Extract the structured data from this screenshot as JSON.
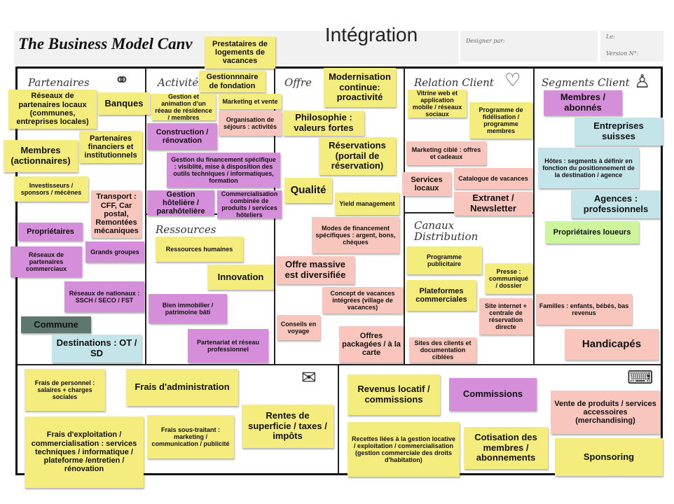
{
  "header": {
    "canvas_title": "The Business Model Canv",
    "slide_title": "Intégration",
    "designer_label": "Designer par:",
    "date_label": "Le:",
    "version_label": "Version N°:"
  },
  "sections": {
    "partenaires": "Partenaires",
    "activites": "Activités",
    "ressources": "Ressources",
    "offre": "Offre",
    "relation": "Relation Client",
    "canaux": "Canaux Distribution",
    "segments": "Segments Client"
  },
  "notes": [
    {
      "text": "Prestataires de logements de vacances",
      "color": "yellow"
    },
    {
      "text": "Gestionnnaire de fondation",
      "color": "yellow"
    },
    {
      "text": "Gestion et animation d'un réeau de résidence / membres",
      "color": "yellow"
    },
    {
      "text": "Marketing et vente",
      "color": "yellow"
    },
    {
      "text": "Organisation de séjours : activités",
      "color": "pink"
    },
    {
      "text": "Réseaux de partenaires locaux (communes, entreprises locales)",
      "color": "yellow"
    },
    {
      "text": "Banques",
      "color": "yellow"
    },
    {
      "text": "Partenaires financiers et institutionnels",
      "color": "yellow"
    },
    {
      "text": "Construction / rénovation",
      "color": "violet"
    },
    {
      "text": "Gestion du financement spécifique : visiblité, mise à disposition des outils techniques / informatiques, formation",
      "color": "violet"
    },
    {
      "text": "Membres (actionnaires)",
      "color": "yellow"
    },
    {
      "text": "Investisseurs / sponsors / mécènes",
      "color": "yellow"
    },
    {
      "text": "Transport : CFF, Car postal, Remontées mécaniques",
      "color": "pink"
    },
    {
      "text": "Gestion hôtelière / parahôtelière",
      "color": "violet"
    },
    {
      "text": "Commercialisation combinée de produits / services hôteliers",
      "color": "violet"
    },
    {
      "text": "Propriétaires",
      "color": "violet"
    },
    {
      "text": "Grands groupes",
      "color": "violet"
    },
    {
      "text": "Réseaux de partenaires commerciaux",
      "color": "violet"
    },
    {
      "text": "Réseaux de nationaux : SSCH / SECO / FST",
      "color": "violet"
    },
    {
      "text": "Commune",
      "color": "dark"
    },
    {
      "text": "Destinations : OT / SD",
      "color": "blue"
    },
    {
      "text": "Ressources humaines",
      "color": "yellow"
    },
    {
      "text": "Innovation",
      "color": "yellow"
    },
    {
      "text": "Bien immobilier / patrimoine bâti",
      "color": "violet"
    },
    {
      "text": "Partenariat et réseau professionnel",
      "color": "violet"
    },
    {
      "text": "Modernisation continue: proactivité",
      "color": "yellow"
    },
    {
      "text": "Philosophie : valeurs fortes",
      "color": "yellow"
    },
    {
      "text": "Réservations (portail de réservation)",
      "color": "yellow"
    },
    {
      "text": "Qualité",
      "color": "yellow"
    },
    {
      "text": "Yield management",
      "color": "yellow"
    },
    {
      "text": "Modes de financement spécifiques : argent, bons, chèques",
      "color": "pink"
    },
    {
      "text": "Offre massive est diversifiée",
      "color": "pink"
    },
    {
      "text": "Concept de vacances intégrées (village de vacances)",
      "color": "pink"
    },
    {
      "text": "Conseils en voyage",
      "color": "pink"
    },
    {
      "text": "Offres packagées / à la carte",
      "color": "pink"
    },
    {
      "text": "Vitrine web et application mobile / réseaux sociaux",
      "color": "yellow"
    },
    {
      "text": "Programme de fidélisation / programme membres",
      "color": "yellow"
    },
    {
      "text": "Marketing ciblé : offres et cadeaux",
      "color": "pink"
    },
    {
      "text": "Catalogue de vacances",
      "color": "pink"
    },
    {
      "text": "Services locaux",
      "color": "pink"
    },
    {
      "text": "Extranet / Newsletter",
      "color": "pink"
    },
    {
      "text": "Programme publicitaire",
      "color": "yellow"
    },
    {
      "text": "Presse : communiqué / dossier",
      "color": "yellow"
    },
    {
      "text": "Plateformes commerciales",
      "color": "yellow"
    },
    {
      "text": "Site internet + centrale de réservation directe",
      "color": "pink"
    },
    {
      "text": "Sites des clients et documentation ciblées",
      "color": "pink"
    },
    {
      "text": "Membres / abonnés",
      "color": "violet"
    },
    {
      "text": "Entreprises suisses",
      "color": "blue"
    },
    {
      "text": "Hôtes : segments à définir en fonction du positionnement de la destination / agence",
      "color": "blue"
    },
    {
      "text": "Agences : professionnels",
      "color": "blue"
    },
    {
      "text": "Propriétaires loueurs",
      "color": "green"
    },
    {
      "text": "Familles : enfants, bébés, bas revenus",
      "color": "pink"
    },
    {
      "text": "Handicapés",
      "color": "pink"
    },
    {
      "text": "Frais de personnel : salaires + charges sociales",
      "color": "yellow"
    },
    {
      "text": "Frais d'administration",
      "color": "yellow"
    },
    {
      "text": "Frais d'exploitation / commercialisation : services techniques / informatique / plateforme /entretien / rénovation",
      "color": "yellow"
    },
    {
      "text": "Frais sous-traitant : marketing / communication / publicité",
      "color": "yellow"
    },
    {
      "text": "Rentes de superficie / taxes / impôts",
      "color": "yellow"
    },
    {
      "text": "Revenus locatif / commissions",
      "color": "yellow"
    },
    {
      "text": "Commissions",
      "color": "violet"
    },
    {
      "text": "Recettes liées à la gestion locative / exploitation / commercialisation (gestion commerciale des droits d'habitation)",
      "color": "yellow"
    },
    {
      "text": "Cotisation des membres / abonnements",
      "color": "yellow"
    },
    {
      "text": "Vente de produits / services accessoires (merchandising)",
      "color": "pink"
    },
    {
      "text": "Sponsoring",
      "color": "yellow"
    }
  ]
}
